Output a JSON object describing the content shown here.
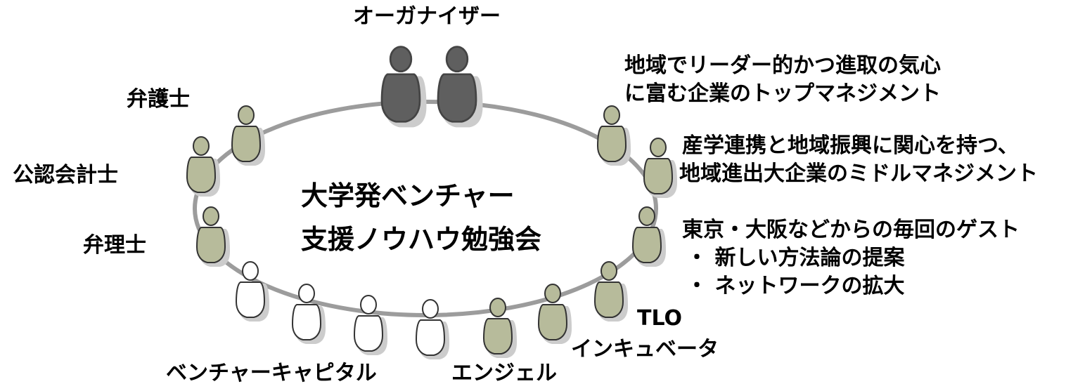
{
  "center_title": {
    "line1": "大学発ベンチャー",
    "line2": "支援ノウハウ勉強会"
  },
  "labels": {
    "organizer": "オーガナイザー",
    "local_leaders_line1": "地域でリーダー的かつ進取の気心",
    "local_leaders_line2": "に富む企業のトップマネジメント",
    "middle_management_line1": "産学連携と地域振興に関心を持つ、",
    "middle_management_line2": "地域進出大企業のミドルマネジメント",
    "guests_line1": "東京・大阪などからの毎回のゲスト",
    "guests_bullet1": "・ 新しい方法論の提案",
    "guests_bullet2": "・ ネットワークの拡大",
    "tlo": "TLO",
    "incubator": "インキュベータ",
    "angel": "エンジェル",
    "venture_capital": "ベンチャーキャピタル",
    "patent_attorney": "弁理士",
    "accountant": "公認会計士",
    "lawyer": "弁護士"
  },
  "colors": {
    "organizer_fill": "#5f5f5f",
    "member_fill": "#b7bb9b",
    "vc_fill": "#ffffff",
    "outline": "#333333",
    "ring": "#999999"
  }
}
